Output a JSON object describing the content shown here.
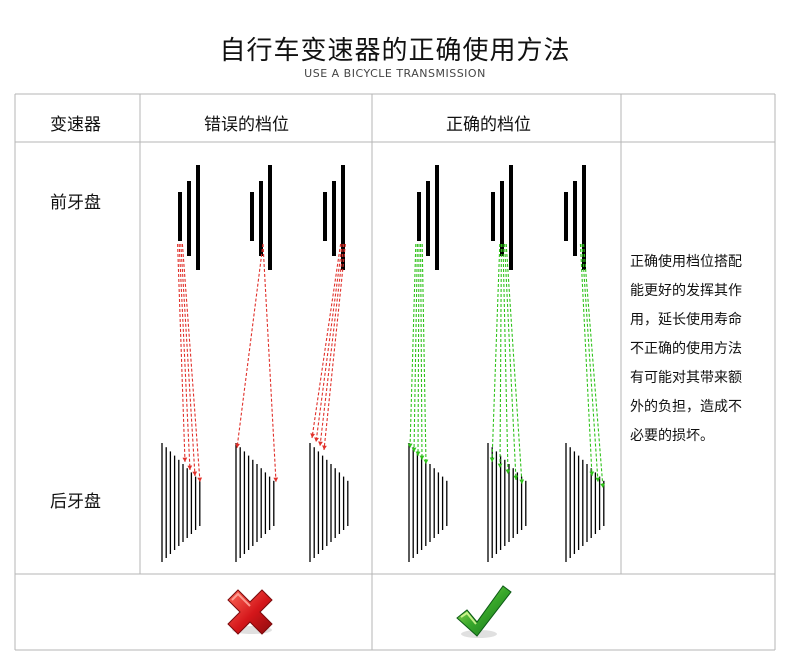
{
  "title": "自行车变速器的正确使用方法",
  "subtitle": "USE A BICYCLE TRANSMISSION",
  "table": {
    "col_header_derailleur": "变速器",
    "col_header_wrong": "错误的档位",
    "col_header_right": "正确的档位",
    "row_front": "前牙盘",
    "row_rear": "后牙盘"
  },
  "note_lines": [
    "正确使用档位搭配",
    "能更好的发挥其作",
    "用，延长使用寿命",
    "不正确的使用方法",
    "有可能对其带来额",
    "外的负担，造成不",
    "必要的损坏。"
  ],
  "colors": {
    "wrong_arrow": "#e0302a",
    "right_arrow": "#2fc21a",
    "grid_line": "#b5b5b5"
  },
  "icons": {
    "wrong": "red-cross-icon",
    "right": "green-check-icon"
  }
}
